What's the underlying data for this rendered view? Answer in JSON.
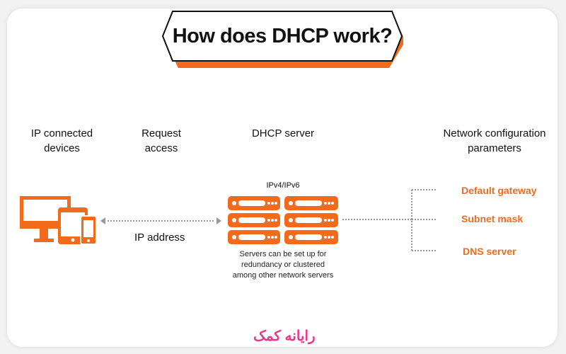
{
  "title": "How does DHCP work?",
  "columns": {
    "devices": "IP connected devices",
    "request": "Request access",
    "server": "DHCP server",
    "network": "Network configuration parameters"
  },
  "devices_label_lines": [
    "IP connected",
    "devices"
  ],
  "request_label_lines": [
    "Request",
    "access"
  ],
  "network_label_lines": [
    "Network configuration",
    "parameters"
  ],
  "protocol": "IPv4/IPv6",
  "link_label": "IP address",
  "server_note_lines": [
    "Servers can be set up for",
    "redundancy or clustered",
    "among other network servers"
  ],
  "parameters": [
    "Default gateway",
    "Subnet mask",
    "DNS server"
  ],
  "watermark": "رایانه کمک",
  "colors": {
    "accent": "#f26b1d",
    "text": "#111111",
    "dots": "#9a9a9a",
    "logo": "#e8388a"
  }
}
